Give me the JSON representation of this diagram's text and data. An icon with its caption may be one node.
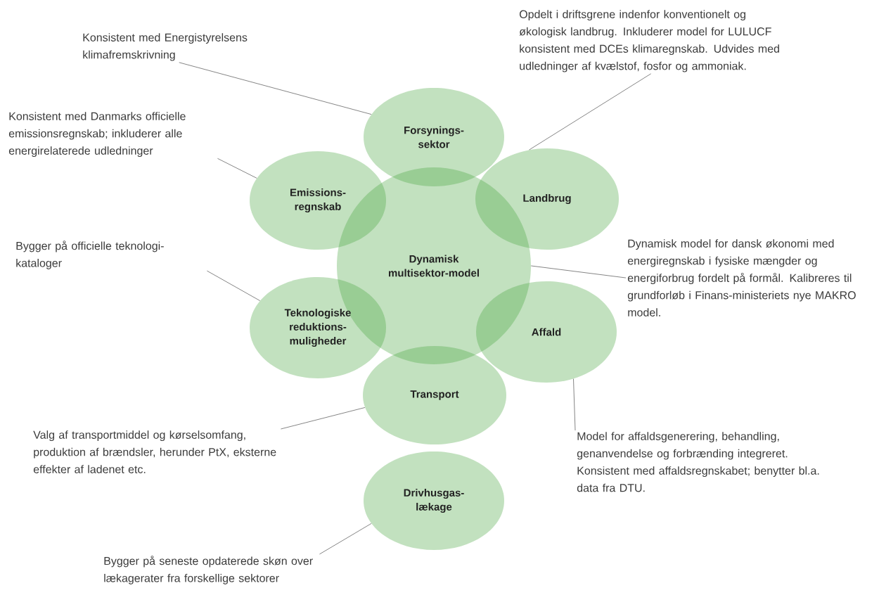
{
  "diagram": {
    "nodes": [
      {
        "text": [
          "Konsistent med Energistyrelsens klimafremskrivning"
        ]
      },
      {
        "text": [
          "Opdelt i driftsgrene indenfor konventionelt og økologisk landbrug. Inkluderer model for LULUCF konsistent med DCEs klimaregnskab. Udvides med udledninger af kvælstof, fosfor og ammoniak."
        ]
      },
      {
        "text": [
          "Konsistent med Danmarks officielle emissionsregnskab; inkluderer alle energirelaterede udledninger"
        ]
      },
      {
        "text": [
          "Forsynings-sektor"
        ]
      },
      {
        "text": [
          "Emissions-regnskab"
        ]
      },
      {
        "text": [
          "Landbrug"
        ]
      },
      {
        "text": [
          "Bygger på officielle teknologi-kataloger"
        ]
      },
      {
        "text": [
          "Dynamisk multisektor-model"
        ]
      },
      {
        "text": [
          "Dynamisk model for dansk økonomi med energiregnskab i fysiske mængder og energiforbrug fordelt på formål. Kalibreres til grundforløb i Finans-ministeriets nye MAKRO model."
        ]
      },
      {
        "text": [
          "Teknologiske reduktions-muligheder"
        ]
      },
      {
        "text": [
          "Affald"
        ]
      },
      {
        "text": [
          "Transport"
        ]
      },
      {
        "text": [
          "Valg af transportmiddel og kørselsomfang, produktion af brændsler, herunder PtX, eksterne effekter af ladenet etc."
        ]
      },
      {
        "text": [
          "Model for affaldsgenerering, behandling, genanvendelse og forbrænding integreret. Konsistent med affaldsregnskabet; benytter bl.a. data fra DTU."
        ]
      },
      {
        "text": [
          "Drivhusgas-lækage"
        ]
      },
      {
        "text": [
          "Bygger på seneste opdaterede skøn over lækagerater fra forskellige sektorer"
        ]
      }
    ],
    "edges": [
      {
        "from": 0,
        "to": 3,
        "arrow": "none"
      },
      {
        "from": 1,
        "to": 5,
        "arrow": "none"
      },
      {
        "from": 2,
        "to": 4,
        "arrow": "none"
      },
      {
        "from": 6,
        "to": 9,
        "arrow": "none"
      },
      {
        "from": 8,
        "to": 7,
        "arrow": "none"
      },
      {
        "from": 13,
        "to": 10,
        "arrow": "none"
      },
      {
        "from": 12,
        "to": 11,
        "arrow": "none"
      },
      {
        "from": 15,
        "to": 14,
        "arrow": "none"
      }
    ]
  }
}
